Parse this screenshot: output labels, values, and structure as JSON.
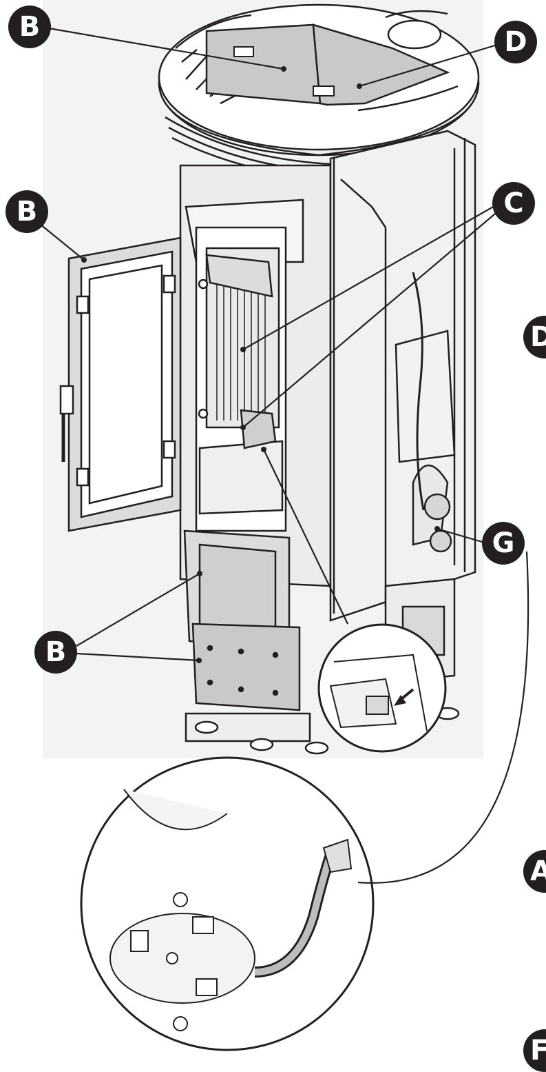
{
  "callouts": {
    "b_top": "B",
    "d_top": "D",
    "b_door": "B",
    "c_right": "C",
    "g_right": "G",
    "b_bottom": "B",
    "d_edge": "D",
    "a_edge": "A",
    "f_edge": "F"
  },
  "components": {
    "panel_top_left": "B",
    "panel_top_right": "D",
    "glass_door": "B",
    "firebox_liner": "C",
    "pressure_switch": "G",
    "lower_panels": "B"
  },
  "colors": {
    "line": "#231f20",
    "panel_fill": "#c9c9c9",
    "stove_shade": "#e6e6e6",
    "stove_bg": "#f1f1f1",
    "white": "#ffffff"
  },
  "zoom_views": [
    "burn-pot-arrow-detail",
    "pressure-switch-hose-detail"
  ]
}
